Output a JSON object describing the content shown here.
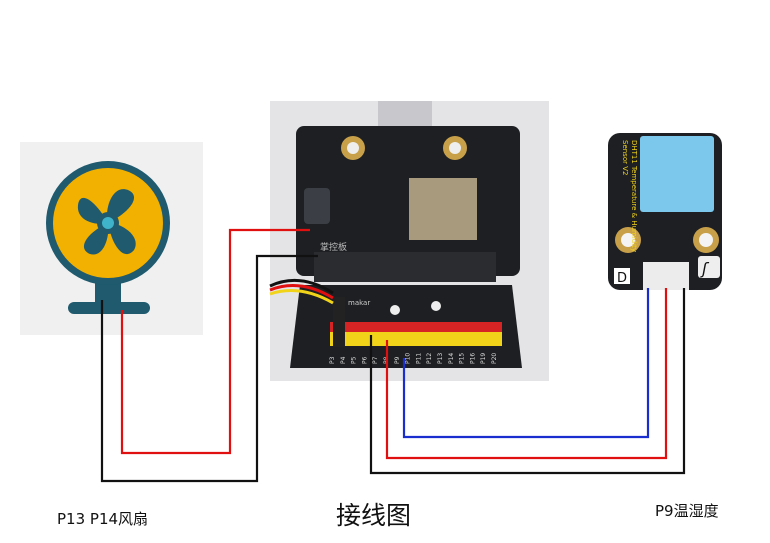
{
  "labels": {
    "fan": "P13 P14风扇",
    "title": "接线图",
    "sensor": "P9温湿度"
  },
  "board": {
    "logo_text": "掌控板",
    "brand_text": "makar",
    "pins": [
      "P3",
      "P4",
      "P5",
      "P6",
      "P7",
      "P8",
      "P9",
      "P10",
      "P11",
      "P12",
      "P13",
      "P14",
      "P15",
      "P16",
      "P19",
      "P20"
    ]
  },
  "sensor": {
    "name": "DHT11 Temperature & Humidity Sensor V2",
    "type_badge": "D"
  },
  "colors": {
    "wire_red": "#e01010",
    "wire_black": "#111111",
    "wire_blue": "#1a2ed0",
    "fan_orange": "#f2b000",
    "fan_teal": "#1f5a6e",
    "sensor_blue": "#7cc7ec"
  }
}
